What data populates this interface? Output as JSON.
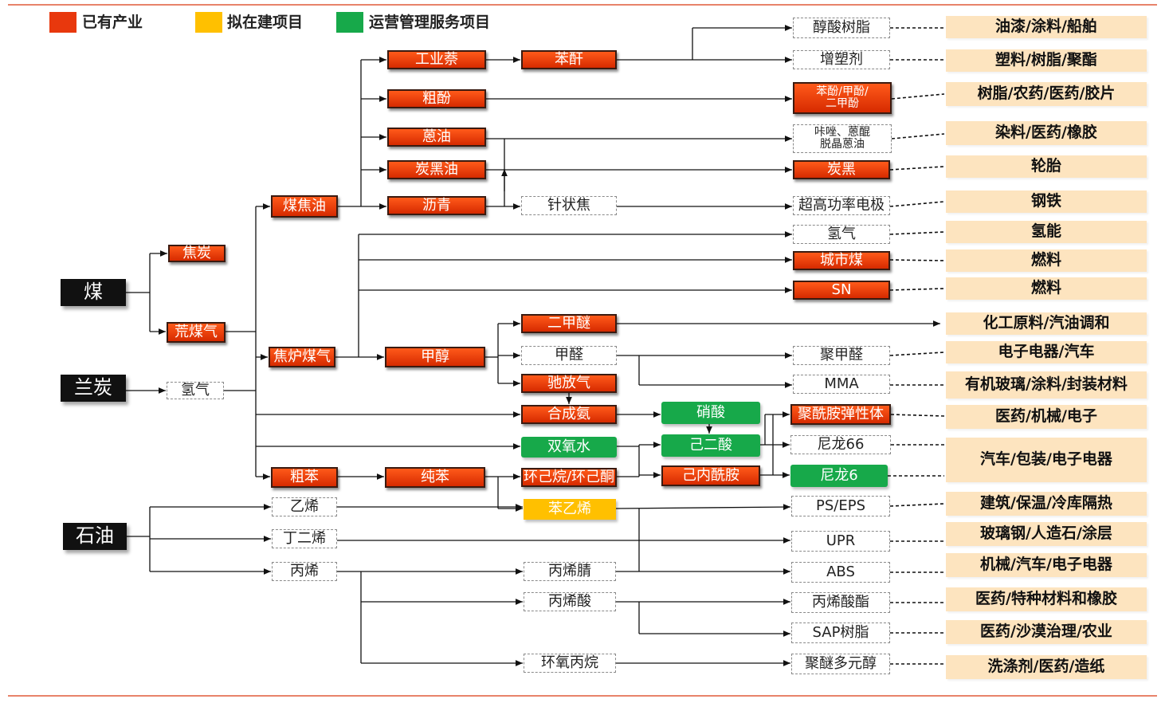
{
  "legend": [
    {
      "label": "已有产业",
      "color": "#e8380d"
    },
    {
      "label": "拟在建项目",
      "color": "#ffc000"
    },
    {
      "label": "运营管理服务项目",
      "color": "#17a94a"
    }
  ],
  "nodes": {
    "coal": {
      "label": "煤",
      "status": "source"
    },
    "semicoke": {
      "label": "兰炭",
      "status": "source"
    },
    "oil": {
      "label": "石油",
      "status": "source"
    },
    "coke": {
      "label": "焦炭",
      "status": "existing"
    },
    "rawgas": {
      "label": "荒煤气",
      "status": "existing"
    },
    "h2a": {
      "label": "氢气",
      "status": "neutral"
    },
    "coaltar": {
      "label": "煤焦油",
      "status": "existing"
    },
    "cokegas": {
      "label": "焦炉煤气",
      "status": "existing"
    },
    "crudebenz": {
      "label": "粗苯",
      "status": "existing"
    },
    "ethylene": {
      "label": "乙烯",
      "status": "neutral"
    },
    "butadiene": {
      "label": "丁二烯",
      "status": "neutral"
    },
    "propylene": {
      "label": "丙烯",
      "status": "neutral"
    },
    "naph": {
      "label": "工业萘",
      "status": "existing"
    },
    "crudephenol": {
      "label": "粗酚",
      "status": "existing"
    },
    "anthoil": {
      "label": "蒽油",
      "status": "existing"
    },
    "cboil": {
      "label": "炭黑油",
      "status": "existing"
    },
    "pitch": {
      "label": "沥青",
      "status": "existing"
    },
    "methanol": {
      "label": "甲醇",
      "status": "existing"
    },
    "benzene": {
      "label": "纯苯",
      "status": "existing"
    },
    "pa": {
      "label": "苯酐",
      "status": "existing"
    },
    "needle": {
      "label": "针状焦",
      "status": "neutral"
    },
    "dme": {
      "label": "二甲醚",
      "status": "existing"
    },
    "hcho": {
      "label": "甲醛",
      "status": "neutral"
    },
    "purge": {
      "label": "驰放气",
      "status": "existing"
    },
    "nh3": {
      "label": "合成氨",
      "status": "existing"
    },
    "h2o2": {
      "label": "双氧水",
      "status": "service"
    },
    "cyclo": {
      "label": "环己烷/环己酮",
      "status": "existing"
    },
    "styrene": {
      "label": "苯乙烯",
      "status": "planned"
    },
    "acn": {
      "label": "丙烯腈",
      "status": "neutral"
    },
    "aa": {
      "label": "丙烯酸",
      "status": "neutral"
    },
    "po": {
      "label": "环氧丙烷",
      "status": "neutral"
    },
    "hno3": {
      "label": "硝酸",
      "status": "service"
    },
    "adipic": {
      "label": "己二酸",
      "status": "service"
    },
    "capro": {
      "label": "己内酰胺",
      "status": "existing"
    },
    "alkyd": {
      "label": "醇酸树脂",
      "status": "neutral"
    },
    "plast": {
      "label": "增塑剂",
      "status": "neutral"
    },
    "phenols": {
      "label": "苯酚/甲酚/\n二甲酚",
      "status": "existing"
    },
    "carb": {
      "label": "咔唑、蒽醌\n脱晶蒽油",
      "status": "neutral"
    },
    "cb": {
      "label": "炭黑",
      "status": "existing"
    },
    "uhp": {
      "label": "超高功率电极",
      "status": "neutral"
    },
    "h2b": {
      "label": "氢气",
      "status": "neutral"
    },
    "citygas": {
      "label": "城市煤",
      "status": "existing"
    },
    "sng": {
      "label": "SN",
      "status": "existing"
    },
    "pom": {
      "label": "聚甲醛",
      "status": "neutral"
    },
    "mma": {
      "label": "MMA",
      "status": "neutral"
    },
    "pae": {
      "label": "聚酰胺弹性体",
      "status": "existing"
    },
    "pa66": {
      "label": "尼龙66",
      "status": "neutral"
    },
    "pa6": {
      "label": "尼龙6",
      "status": "service"
    },
    "ps": {
      "label": "PS/EPS",
      "status": "neutral"
    },
    "upr": {
      "label": "UPR",
      "status": "neutral"
    },
    "abs": {
      "label": "ABS",
      "status": "neutral"
    },
    "acrylate": {
      "label": "丙烯酸酯",
      "status": "neutral"
    },
    "sap": {
      "label": "SAP树脂",
      "status": "neutral"
    },
    "ppg": {
      "label": "聚醚多元醇",
      "status": "neutral"
    }
  },
  "applications": [
    "油漆/涂料/船舶",
    "塑料/树脂/聚酯",
    "树脂/农药/医药/胶片",
    "染料/医药/橡胶",
    "轮胎",
    "钢铁",
    "氢能",
    "燃料",
    "燃料",
    "化工原料/汽油调和",
    "电子电器/汽车",
    "有机玻璃/涂料/封装材料",
    "医药/机械/电子",
    "汽车/包装/电子电器",
    "建筑/保温/冷库隔热",
    "玻璃钢/人造石/涂层",
    "机械/汽车/电子电器",
    "医药/特种材料和橡胶",
    "医药/沙漠治理/农业",
    "洗涤剂/医药/造纸"
  ]
}
